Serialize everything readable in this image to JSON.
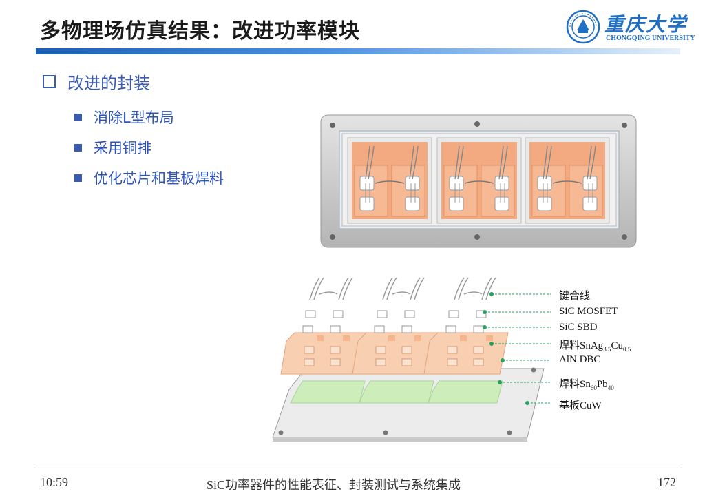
{
  "header": {
    "title": "多物理场仿真结果：改进功率模块",
    "logo_cn": "重庆大学",
    "logo_en": "CHONGQING UNIVERSITY"
  },
  "section": {
    "title": "改进的封装",
    "bullets": [
      "消除L型布局",
      "采用铜排",
      "优化芯片和基板焊料"
    ]
  },
  "legend": {
    "bond_wire": "键合线",
    "sic_mosfet": "SiC MOSFET",
    "sic_sbd": "SiC SBD",
    "solder_top_prefix": "焊料SnAg",
    "solder_top_sub1": "3.5",
    "solder_top_mid": "Cu",
    "solder_top_sub2": "0.5",
    "aln_dbc": "AlN DBC",
    "solder_bot_prefix": "焊料Sn",
    "solder_bot_sub1": "60",
    "solder_bot_mid": "Pb",
    "solder_bot_sub2": "40",
    "baseplate": "基板CuW"
  },
  "footer": {
    "time": "10:59",
    "course": "SiC功率器件的性能表征、封装测试与系统集成",
    "page": "172"
  },
  "colors": {
    "title_bar": "#1a5fb4",
    "bullet_text": "#2f54b8",
    "copper": "#f0a77d",
    "green_solder": "#cdeebb",
    "frame": "#c8c8c8"
  }
}
